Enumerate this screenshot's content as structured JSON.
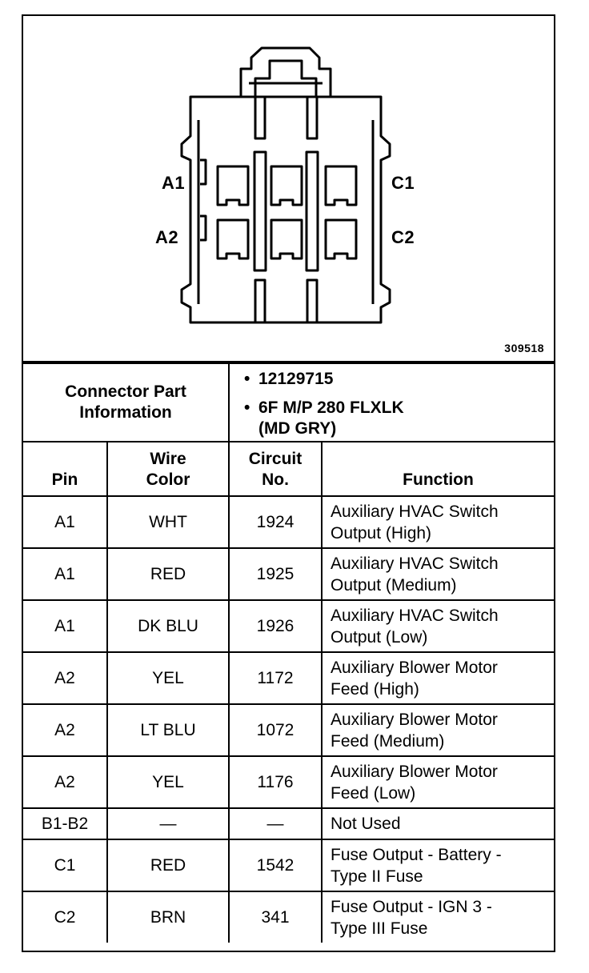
{
  "diagram": {
    "pin_labels": {
      "a1": "A1",
      "a2": "A2",
      "c1": "C1",
      "c2": "C2"
    },
    "figure_number": "309518"
  },
  "connector_info": {
    "label_line1": "Connector Part",
    "label_line2": "Information",
    "bullet_symbol": "•",
    "part_number": "12129715",
    "description_line1": "6F M/P 280 FLXLK",
    "description_line2": "(MD GRY)"
  },
  "table": {
    "headers": {
      "pin": "Pin",
      "wire_color_line1": "Wire",
      "wire_color_line2": "Color",
      "circuit_line1": "Circuit",
      "circuit_line2": "No.",
      "function": "Function"
    },
    "rows": [
      {
        "pin": "A1",
        "color": "WHT",
        "circuit": "1924",
        "function_line1": "Auxiliary HVAC Switch",
        "function_line2": "Output (High)"
      },
      {
        "pin": "A1",
        "color": "RED",
        "circuit": "1925",
        "function_line1": "Auxiliary HVAC Switch",
        "function_line2": "Output (Medium)"
      },
      {
        "pin": "A1",
        "color": "DK BLU",
        "circuit": "1926",
        "function_line1": "Auxiliary HVAC Switch",
        "function_line2": "Output (Low)"
      },
      {
        "pin": "A2",
        "color": "YEL",
        "circuit": "1172",
        "function_line1": "Auxiliary Blower Motor",
        "function_line2": "Feed (High)"
      },
      {
        "pin": "A2",
        "color": "LT BLU",
        "circuit": "1072",
        "function_line1": "Auxiliary Blower Motor",
        "function_line2": "Feed (Medium)"
      },
      {
        "pin": "A2",
        "color": "YEL",
        "circuit": "1176",
        "function_line1": "Auxiliary Blower Motor",
        "function_line2": "Feed (Low)"
      },
      {
        "pin": "B1-B2",
        "color": "—",
        "circuit": "—",
        "function_line1": "Not Used",
        "function_line2": ""
      },
      {
        "pin": "C1",
        "color": "RED",
        "circuit": "1542",
        "function_line1": "Fuse Output - Battery -",
        "function_line2": "Type II Fuse"
      },
      {
        "pin": "C2",
        "color": "BRN",
        "circuit": "341",
        "function_line1": "Fuse Output - IGN 3 -",
        "function_line2": "Type III Fuse"
      }
    ]
  }
}
